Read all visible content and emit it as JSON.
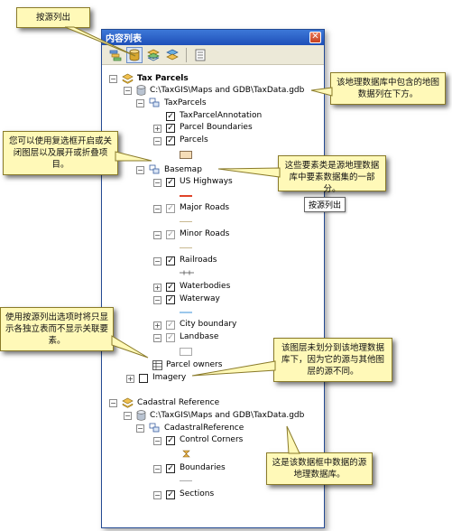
{
  "window": {
    "title": "内容列表",
    "close_symbol": "✕"
  },
  "toolbar": {
    "buttons": [
      {
        "name": "list-by-drawing-order",
        "icon": "layers-order-icon"
      },
      {
        "name": "list-by-source",
        "icon": "database-icon"
      },
      {
        "name": "list-by-visibility",
        "icon": "stacked-layers-icon"
      },
      {
        "name": "list-by-selection",
        "icon": "selection-icon"
      },
      {
        "name": "options",
        "icon": "options-list-icon"
      }
    ]
  },
  "tree": {
    "tax_parcels": "Tax Parcels",
    "path1": "C:\\TaxGIS\\Maps and GDB\\TaxData.gdb",
    "taxparcels_ds": "TaxParcels",
    "tax_annotation": "TaxParcelAnnotation",
    "parcel_boundaries": "Parcel Boundaries",
    "parcels": "Parcels",
    "basemap": "Basemap",
    "us_highways": "US Highways",
    "major_roads": "Major Roads",
    "minor_roads": "Minor Roads",
    "railroads": "Railroads",
    "waterbodies": "Waterbodies",
    "waterway": "Waterway",
    "city_boundary": "City boundary",
    "landbase": "Landbase",
    "parcel_owners": "Parcel owners",
    "imagery": "Imagery",
    "cadastral_reference": "Cadastral Reference",
    "path2": "C:\\TaxGIS\\Maps and GDB\\TaxData.gdb",
    "cadastral_ds": "CadastralReference",
    "control_corners": "Control Corners",
    "boundaries": "Boundaries",
    "sections": "Sections",
    "check": "✓",
    "expand_minus": "−",
    "expand_plus": "+"
  },
  "tooltip": "按源列出",
  "callouts": {
    "list_by_source": "按源列出",
    "gdb_contents": "该地理数据库中包含的地图数据列在下方。",
    "checkbox_help": "您可以使用复选框开启或关闭图层以及展开或折叠项目。",
    "feature_classes": "这些要素类是源地理数据库中要素数据集的一部分。",
    "standalone_tables": "使用按源列出选项时将只显示各独立表而不显示关联要素。",
    "imagery_note": "该图层未划分到该地理数据库下，因为它的源与其他图层的源不同。",
    "frame_source": "这是该数据框中数据的源地理数据库。"
  },
  "colors": {
    "callout_bg": "#fff9b8",
    "titlebar": "#2a5fc6",
    "highway": "#e0442a",
    "parcel_fill": "#f5ddb8",
    "water_line": "#9cc8ec",
    "control_corner": "#e8b24a"
  }
}
